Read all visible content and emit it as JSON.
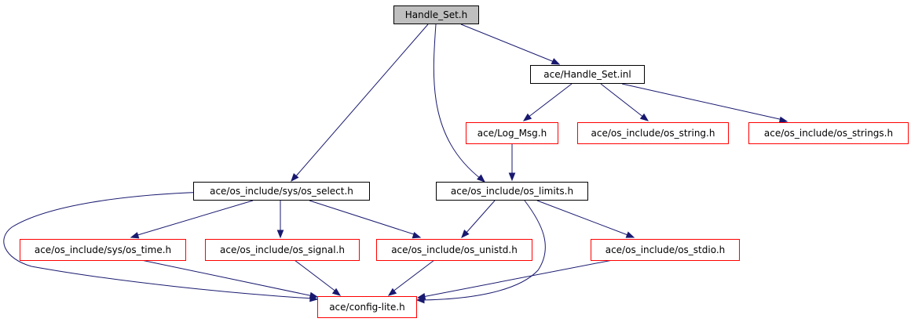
{
  "colors": {
    "root_fill": "#bfbfbf",
    "default_fill": "#ffffff",
    "black_border": "#000000",
    "red_border": "#ff0000",
    "edge": "#191970"
  },
  "nodes": [
    {
      "id": "handle_set_h",
      "label": "Handle_Set.h",
      "border": "black",
      "root": true
    },
    {
      "id": "handle_set_inl",
      "label": "ace/Handle_Set.inl",
      "border": "black"
    },
    {
      "id": "log_msg_h",
      "label": "ace/Log_Msg.h",
      "border": "red"
    },
    {
      "id": "os_string_h",
      "label": "ace/os_include/os_string.h",
      "border": "red"
    },
    {
      "id": "os_strings_h",
      "label": "ace/os_include/os_strings.h",
      "border": "red"
    },
    {
      "id": "sys_os_select_h",
      "label": "ace/os_include/sys/os_select.h",
      "border": "black"
    },
    {
      "id": "os_limits_h",
      "label": "ace/os_include/os_limits.h",
      "border": "black"
    },
    {
      "id": "sys_os_time_h",
      "label": "ace/os_include/sys/os_time.h",
      "border": "red"
    },
    {
      "id": "os_signal_h",
      "label": "ace/os_include/os_signal.h",
      "border": "red"
    },
    {
      "id": "os_unistd_h",
      "label": "ace/os_include/os_unistd.h",
      "border": "red"
    },
    {
      "id": "os_stdio_h",
      "label": "ace/os_include/os_stdio.h",
      "border": "red"
    },
    {
      "id": "config_lite_h",
      "label": "ace/config-lite.h",
      "border": "red"
    }
  ],
  "edges": [
    {
      "from": "handle_set_h",
      "to": "handle_set_inl"
    },
    {
      "from": "handle_set_h",
      "to": "sys_os_select_h"
    },
    {
      "from": "handle_set_h",
      "to": "os_limits_h"
    },
    {
      "from": "handle_set_inl",
      "to": "log_msg_h"
    },
    {
      "from": "handle_set_inl",
      "to": "os_string_h"
    },
    {
      "from": "handle_set_inl",
      "to": "os_strings_h"
    },
    {
      "from": "log_msg_h",
      "to": "os_limits_h"
    },
    {
      "from": "sys_os_select_h",
      "to": "sys_os_time_h"
    },
    {
      "from": "sys_os_select_h",
      "to": "os_signal_h"
    },
    {
      "from": "sys_os_select_h",
      "to": "os_unistd_h"
    },
    {
      "from": "sys_os_select_h",
      "to": "config_lite_h"
    },
    {
      "from": "os_limits_h",
      "to": "os_unistd_h"
    },
    {
      "from": "os_limits_h",
      "to": "os_stdio_h"
    },
    {
      "from": "os_limits_h",
      "to": "config_lite_h"
    },
    {
      "from": "sys_os_time_h",
      "to": "config_lite_h"
    },
    {
      "from": "os_signal_h",
      "to": "config_lite_h"
    },
    {
      "from": "os_unistd_h",
      "to": "config_lite_h"
    },
    {
      "from": "os_stdio_h",
      "to": "config_lite_h"
    }
  ]
}
